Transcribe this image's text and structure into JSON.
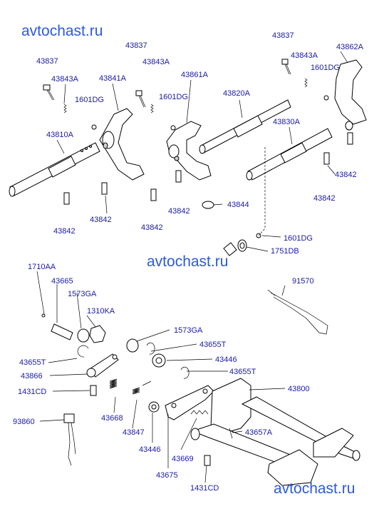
{
  "watermarks": [
    "avtochast.ru",
    "avtochast.ru",
    "avtochast.ru"
  ],
  "colors": {
    "label": "#1a1aa6",
    "watermark": "#2d5bd6",
    "line": "#000000"
  },
  "labels": [
    "43837",
    "43843A",
    "1601DG",
    "43810A",
    "43841A",
    "43837",
    "43843A",
    "1601DG",
    "43861A",
    "43820A",
    "43837",
    "43843A",
    "1601DG",
    "43862A",
    "43830A",
    "43842",
    "43842",
    "43842",
    "43842",
    "43842",
    "43842",
    "43844",
    "1601DG",
    "1751DB",
    "1710AA",
    "43665",
    "1573GA",
    "1310KA",
    "91570",
    "1573GA",
    "43655T",
    "43446",
    "43655T",
    "43655T",
    "43866",
    "43800",
    "1431CD",
    "43668",
    "43847",
    "93860",
    "43657A",
    "43446",
    "43669",
    "43675",
    "1431CD"
  ]
}
